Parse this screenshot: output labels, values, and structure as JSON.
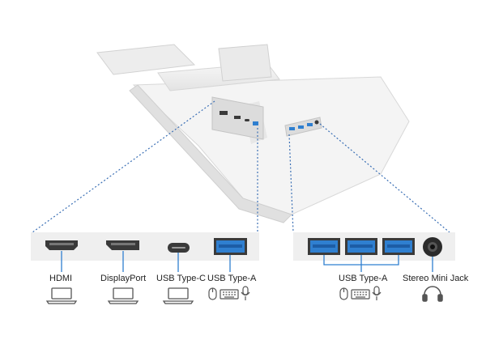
{
  "panel_left": {
    "ports": [
      {
        "label": "HDMI",
        "device": "laptop-icon"
      },
      {
        "label": "DisplayPort",
        "device": "laptop-icon"
      },
      {
        "label": "USB Type-C",
        "device": "laptop-icon"
      },
      {
        "label": "USB Type-A",
        "devices": [
          "mouse-icon",
          "keyboard-icon",
          "microphone-icon"
        ]
      }
    ]
  },
  "panel_right": {
    "usb_group_label": "USB Type-A",
    "usb_devices": [
      "mouse-icon",
      "keyboard-icon",
      "microphone-icon"
    ],
    "jack_label": "Stereo Mini Jack",
    "jack_device": "headphones-icon"
  },
  "colors": {
    "accent_blue": "#2f7fd0",
    "dotted_line": "#3a6fb5",
    "panel_gray": "#efefef",
    "port_dark": "#3a3a3a"
  }
}
